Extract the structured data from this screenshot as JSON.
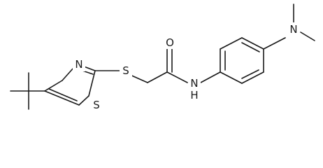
{
  "molecule": {
    "atom_labels": {
      "n_dimethyl": "N",
      "o_carbonyl": "O",
      "n_amide": "N",
      "h_amide": "H",
      "s_thioether": "S",
      "n_thiazole": "N",
      "s_thiazole": "S"
    },
    "colors": {
      "bond": "#1a1a1a",
      "text": "#1a1a1a",
      "background": "#ffffff"
    }
  }
}
